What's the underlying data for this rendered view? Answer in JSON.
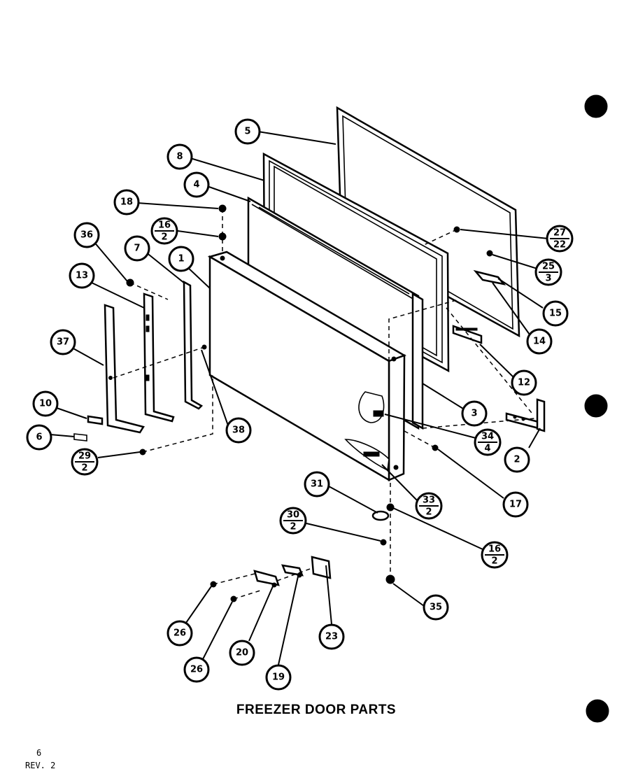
{
  "title": "FREEZER DOOR PARTS",
  "page_number": "6",
  "revision": "REV. 2",
  "callouts": [
    {
      "id": "c5",
      "top": "5"
    },
    {
      "id": "c8",
      "top": "8"
    },
    {
      "id": "c4",
      "top": "4"
    },
    {
      "id": "c18",
      "top": "18"
    },
    {
      "id": "c16a",
      "top": "16",
      "bottom": "2"
    },
    {
      "id": "c36",
      "top": "36"
    },
    {
      "id": "c7",
      "top": "7"
    },
    {
      "id": "c1",
      "top": "1"
    },
    {
      "id": "c13",
      "top": "13"
    },
    {
      "id": "c37",
      "top": "37"
    },
    {
      "id": "c27",
      "top": "27",
      "bottom": "22"
    },
    {
      "id": "c25",
      "top": "25",
      "bottom": "3"
    },
    {
      "id": "c15",
      "top": "15"
    },
    {
      "id": "c14",
      "top": "14"
    },
    {
      "id": "c12",
      "top": "12"
    },
    {
      "id": "c3",
      "top": "3"
    },
    {
      "id": "c38",
      "top": "38"
    },
    {
      "id": "c10",
      "top": "10"
    },
    {
      "id": "c6",
      "top": "6"
    },
    {
      "id": "c29",
      "top": "29",
      "bottom": "2"
    },
    {
      "id": "c34",
      "top": "34",
      "bottom": "4"
    },
    {
      "id": "c2",
      "top": "2"
    },
    {
      "id": "c17",
      "top": "17"
    },
    {
      "id": "c33",
      "top": "33",
      "bottom": "2"
    },
    {
      "id": "c31",
      "top": "31"
    },
    {
      "id": "c30",
      "top": "30",
      "bottom": "2"
    },
    {
      "id": "c16b",
      "top": "16",
      "bottom": "2"
    },
    {
      "id": "c35",
      "top": "35"
    },
    {
      "id": "c26a",
      "top": "26"
    },
    {
      "id": "c26b",
      "top": "26"
    },
    {
      "id": "c20",
      "top": "20"
    },
    {
      "id": "c19",
      "top": "19"
    },
    {
      "id": "c23",
      "top": "23"
    }
  ]
}
